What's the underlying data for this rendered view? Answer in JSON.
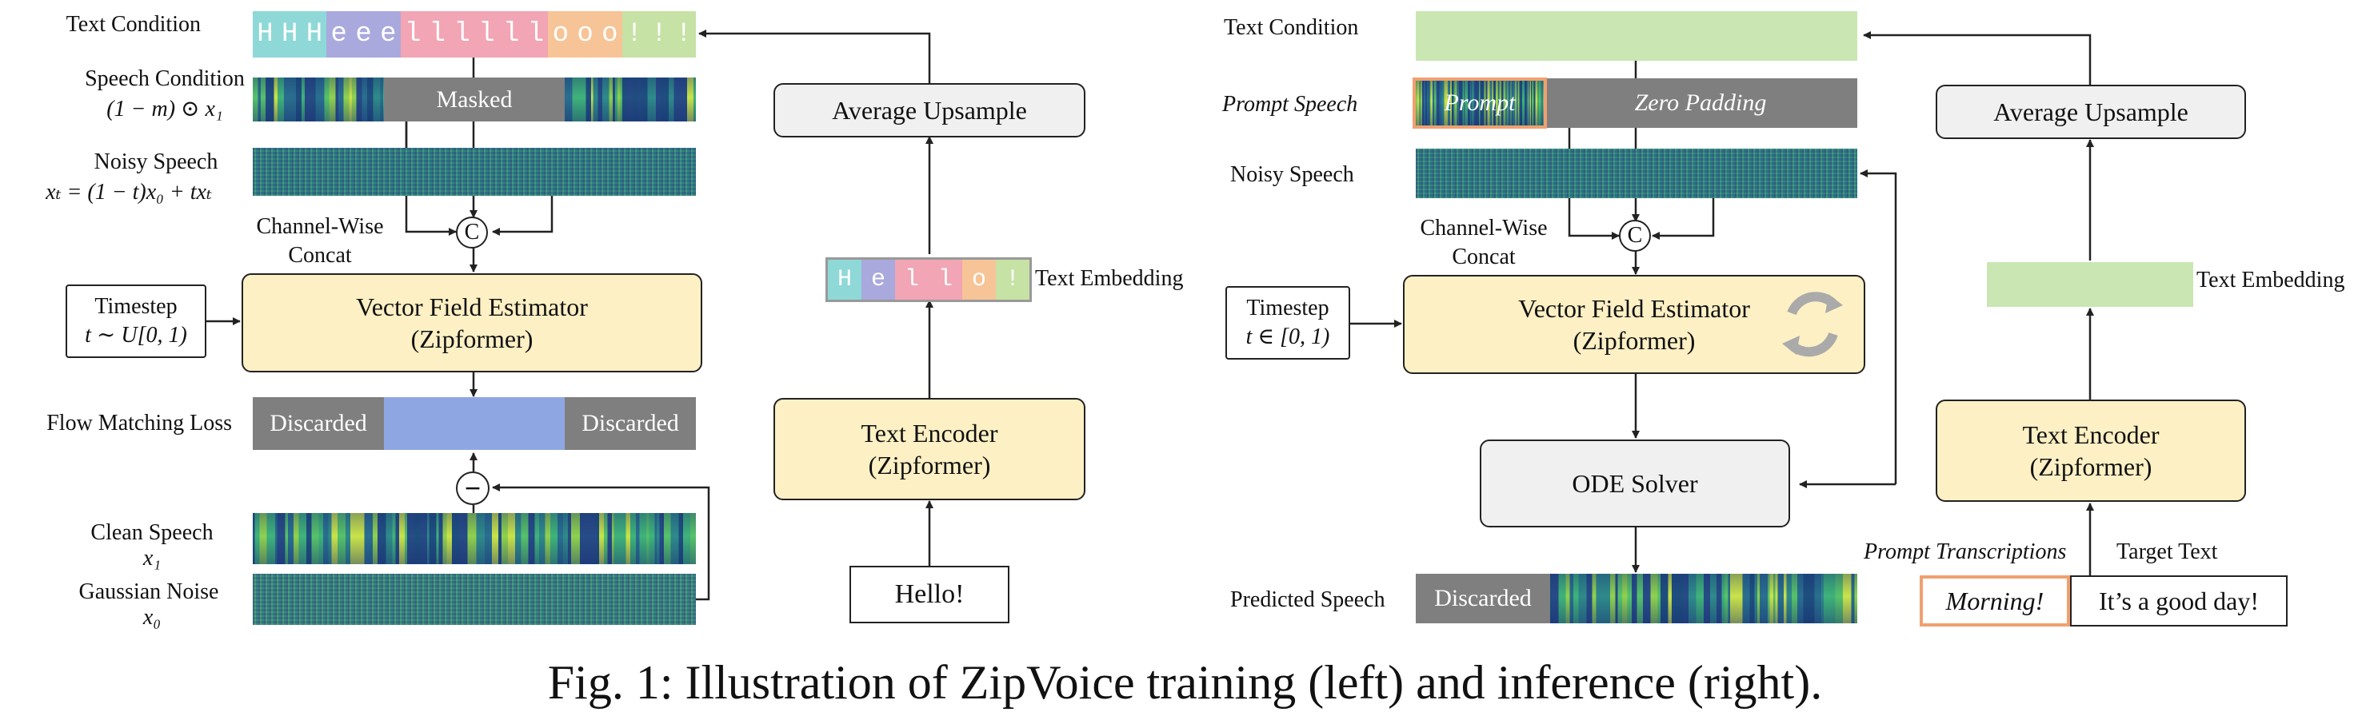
{
  "caption": "Fig. 1: Illustration of ZipVoice training (left) and inference (right).",
  "training": {
    "text_condition_label": "Text Condition",
    "text_tokens": [
      "H",
      "H",
      "H",
      "e",
      "e",
      "e",
      "l",
      "l",
      "l",
      "l",
      "l",
      "l",
      "o",
      "o",
      "o",
      "!",
      "!",
      "!"
    ],
    "speech_condition_label": "Speech Condition",
    "speech_condition_formula": "(1 − m) ⊙ x₁",
    "masked_label": "Masked",
    "noisy_speech_label": "Noisy Speech",
    "noisy_speech_formula": "xₜ = (1 − t)x₀ + txₜ",
    "channel_wise_concat_label": "Channel-Wise\nConcat",
    "concat_symbol": "C",
    "timestep_label": "Timestep",
    "timestep_formula": "t ∼ U[0, 1)",
    "vfe_title": "Vector Field Estimator",
    "vfe_subtitle": "(Zipformer)",
    "flow_matching_loss_label": "Flow Matching Loss",
    "discarded_left": "Discarded",
    "discarded_right": "Discarded",
    "minus_symbol": "−",
    "clean_speech_label": "Clean Speech",
    "clean_speech_var": "x₁",
    "gaussian_noise_label": "Gaussian Noise",
    "gaussian_noise_var": "x₀",
    "avg_upsample_label": "Average Upsample",
    "text_embedding_tokens": [
      "H",
      "e",
      "l",
      "l",
      "o",
      "!"
    ],
    "text_embedding_label": "Text Embedding",
    "text_encoder_title": "Text Encoder",
    "text_encoder_subtitle": "(Zipformer)",
    "input_text": "Hello!"
  },
  "inference": {
    "text_condition_label": "Text Condition",
    "prompt_speech_label": "Prompt Speech",
    "prompt_label": "Prompt",
    "zero_padding_label": "Zero Padding",
    "noisy_speech_label": "Noisy Speech",
    "channel_wise_concat_label": "Channel-Wise\nConcat",
    "concat_symbol": "C",
    "timestep_label": "Timestep",
    "timestep_formula": "t ∈ [0, 1)",
    "vfe_title": "Vector Field Estimator",
    "vfe_subtitle": "(Zipformer)",
    "ode_solver_label": "ODE Solver",
    "predicted_speech_label": "Predicted Speech",
    "discarded_label": "Discarded",
    "avg_upsample_label": "Average Upsample",
    "text_embedding_label": "Text Embedding",
    "text_encoder_title": "Text Encoder",
    "text_encoder_subtitle": "(Zipformer)",
    "prompt_transcriptions_label": "Prompt Transcriptions",
    "target_text_label": "Target Text",
    "prompt_transcription_text": "Morning!",
    "target_text": "It’s a good day!"
  },
  "colors": {
    "token_cyan": "#8fd8d8",
    "token_purple": "#a9a9de",
    "token_pink": "#f2a5b4",
    "token_orange": "#f7c497",
    "token_yellow": "#f8e58c",
    "token_green": "#c6e2a5",
    "text_condition_green": "#c9e6b3",
    "discarded_gray": "#7f7f7f",
    "loss_blue": "#8ea7e3",
    "yellow_box": "#fdf0c4",
    "gray_box": "#f0f0f0",
    "prompt_orange": "#f0a070"
  }
}
